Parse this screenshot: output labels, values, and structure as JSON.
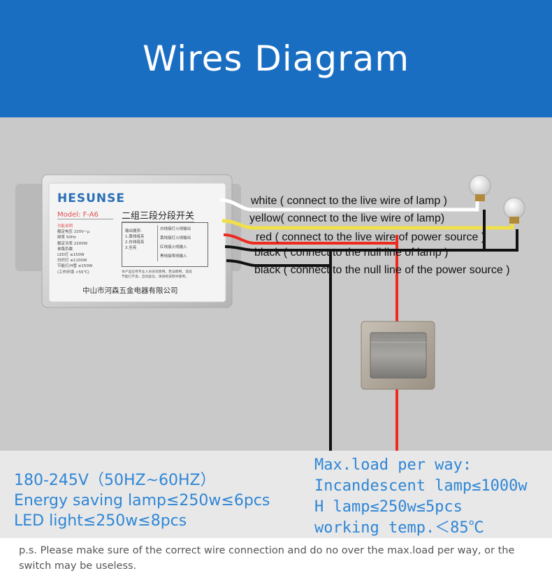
{
  "header": {
    "title": "Wires Diagram"
  },
  "device": {
    "brand": "HESUNSE",
    "model": "Model: F-A6",
    "name_cn": "二组三段分段开关",
    "maker_cn": "中山市河森五金电器有限公司",
    "spec_lines": [
      "功能说明",
      "额定电压  220V~μ",
      "频率  50Hz",
      "额定功率  2200W",
      "单路负载",
      "LED灯 ≤150W",
      "白炽灯 ≤1100W",
      "节能灯/H管 ≤150W",
      "(工作环境 <55℃)"
    ],
    "order_lines": [
      "输出顺序:",
      "1.黄线组亮",
      "2.白线组亮",
      "3.全亮"
    ],
    "table_lines": [
      "白线接灯火线输出",
      "黄线接灯火线输出",
      "红线接火线输入",
      "黑线接零线输入"
    ],
    "warning_lines": [
      "本产品应有专业人员安装使用，若误使用，造成",
      "节能灯不良，自动复位，请按照说明书使用。"
    ]
  },
  "wires": [
    {
      "name": "white",
      "label": "white ( connect to the live wire of lamp )",
      "color": "#ffffff"
    },
    {
      "name": "yellow",
      "label": "yellow( connect to the live wire of lamp)",
      "color": "#f0e04a"
    },
    {
      "name": "red",
      "label": "red ( connect to the live wire of power source )",
      "color": "#ee2a1e"
    },
    {
      "name": "black1",
      "label": "black ( connect to the null line of lamp )",
      "color": "#111111"
    },
    {
      "name": "black2",
      "label": "black ( connect to the null line of the power source )",
      "color": "#111111"
    }
  ],
  "specs": {
    "left": [
      "180-245V（50HZ~60HZ）",
      "Energy saving lamp≤250w≤6pcs",
      "LED light≤250w≤8pcs"
    ],
    "right": [
      "Max.load per way:",
      "Incandescent lamp≤1000w",
      "H lamp≤250w≤5pcs",
      "working temp.＜85℃"
    ]
  },
  "note": "p.s. Please make sure of the correct wire connection and do no over the max.load per way, or the switch may be useless.",
  "colors": {
    "header_bg": "#1a6ec2",
    "spec_text": "#2f86d6",
    "stage_bg": "#c9c9c9"
  }
}
